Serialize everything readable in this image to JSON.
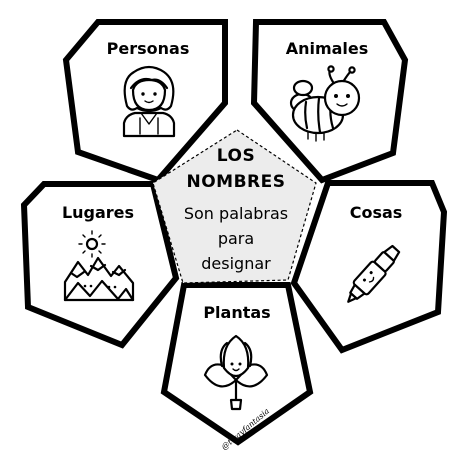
{
  "center": {
    "title_line1": "LOS",
    "title_line2": "NOMBRES",
    "text_line1": "Son palabras",
    "text_line2": "para",
    "text_line3": "designar"
  },
  "petals": {
    "personas": "Personas",
    "animales": "Animales",
    "lugares": "Lugares",
    "cosas": "Cosas",
    "plantas": "Plantas"
  },
  "watermark": "@tizayfantasia",
  "icons": {
    "personas": "person-icon",
    "animales": "bee-icon",
    "lugares": "mountains-sun-icon",
    "cosas": "marker-icon",
    "plantas": "flower-icon"
  }
}
